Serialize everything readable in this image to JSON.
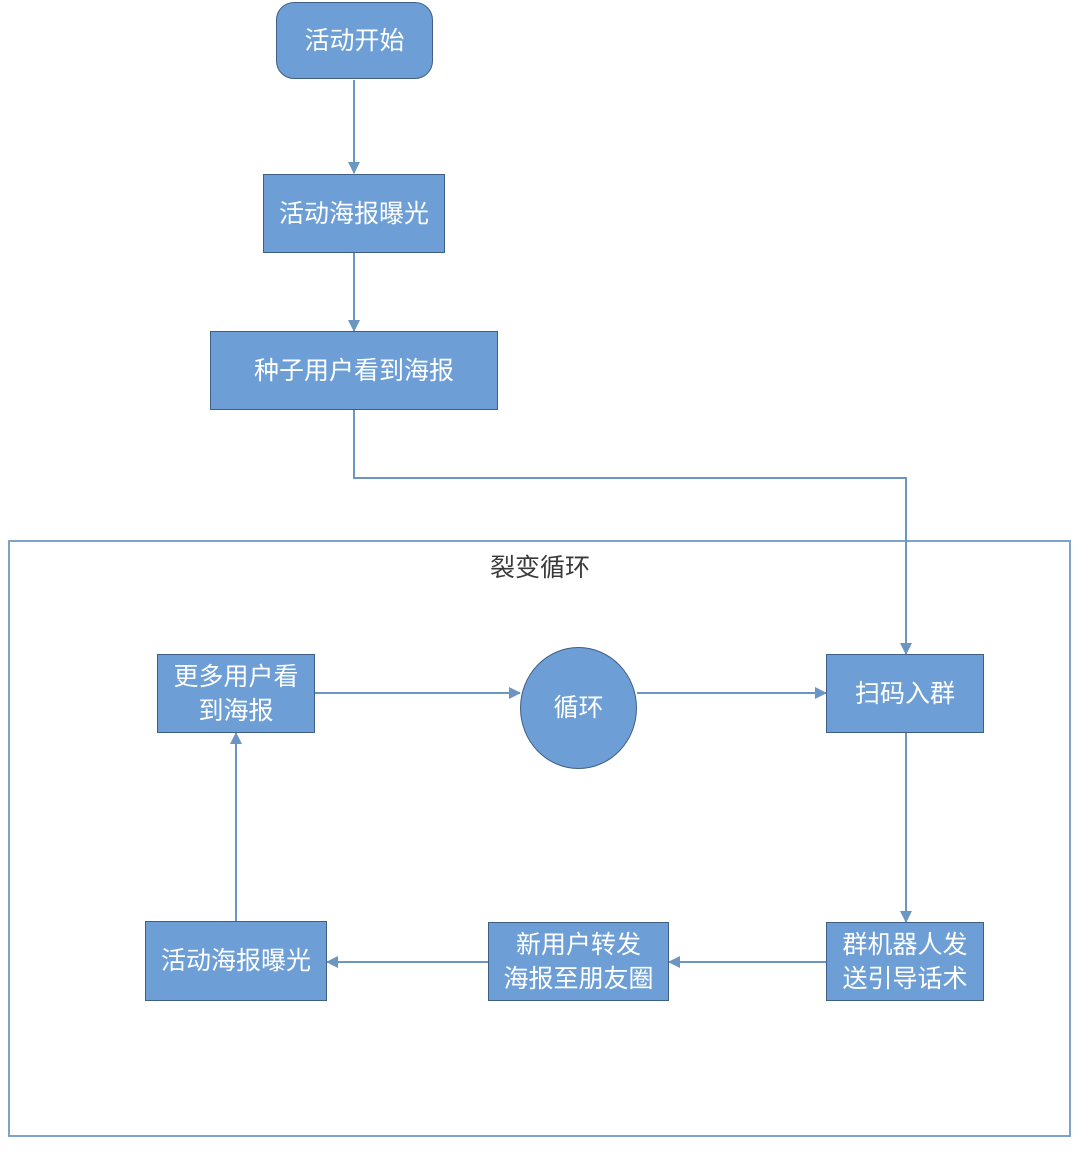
{
  "loop_title": "裂变循环",
  "nodes": {
    "start": "活动开始",
    "poster_exposure_top": "活动海报曝光",
    "seed_users": "种子用户看到海报",
    "more_users_line1": "更多用户看",
    "more_users_line2": "到海报",
    "loop_circle": "循环",
    "scan_join": "扫码入群",
    "bot_line1": "群机器人发",
    "bot_line2": "送引导话术",
    "new_user_line1": "新用户转发",
    "new_user_line2": "海报至朋友圈",
    "poster_exposure_bottom": "活动海报曝光"
  },
  "colors": {
    "node_fill": "#6d9fd6",
    "node_border": "#3f5f84",
    "arrow": "#6b96c2",
    "frame_border": "#7ea3c8"
  }
}
